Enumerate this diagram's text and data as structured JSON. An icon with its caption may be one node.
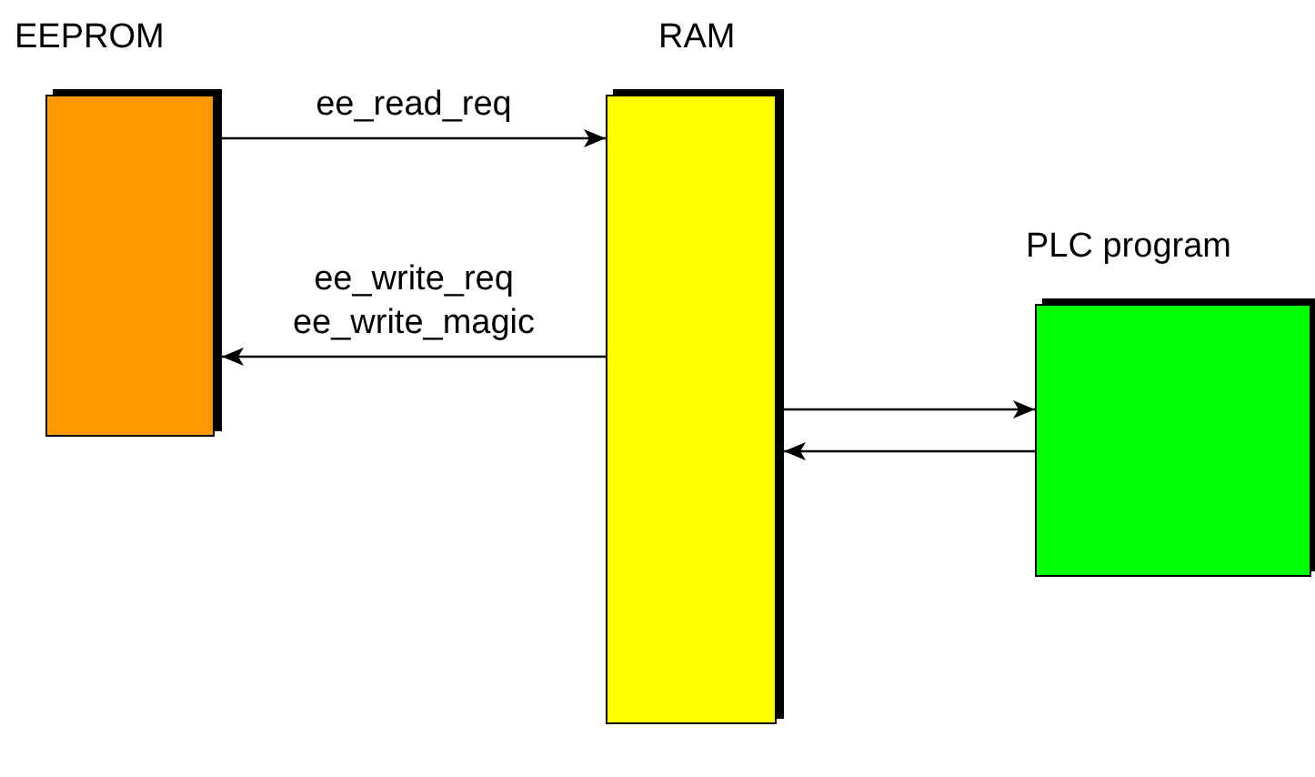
{
  "diagram": {
    "nodes": [
      {
        "text": [
          "EEPROM"
        ]
      },
      {
        "text": [
          "RAM"
        ]
      },
      {
        "text": [
          "PLC program"
        ]
      }
    ],
    "edges": [
      {
        "from": 0,
        "to": 1,
        "arrow": "to",
        "label": "ee_read_req"
      },
      {
        "from": 1,
        "to": 0,
        "arrow": "to",
        "label": "ee_write_req ee_write_magic"
      },
      {
        "from": 1,
        "to": 2,
        "arrow": "to"
      },
      {
        "from": 2,
        "to": 1,
        "arrow": "to"
      }
    ]
  }
}
